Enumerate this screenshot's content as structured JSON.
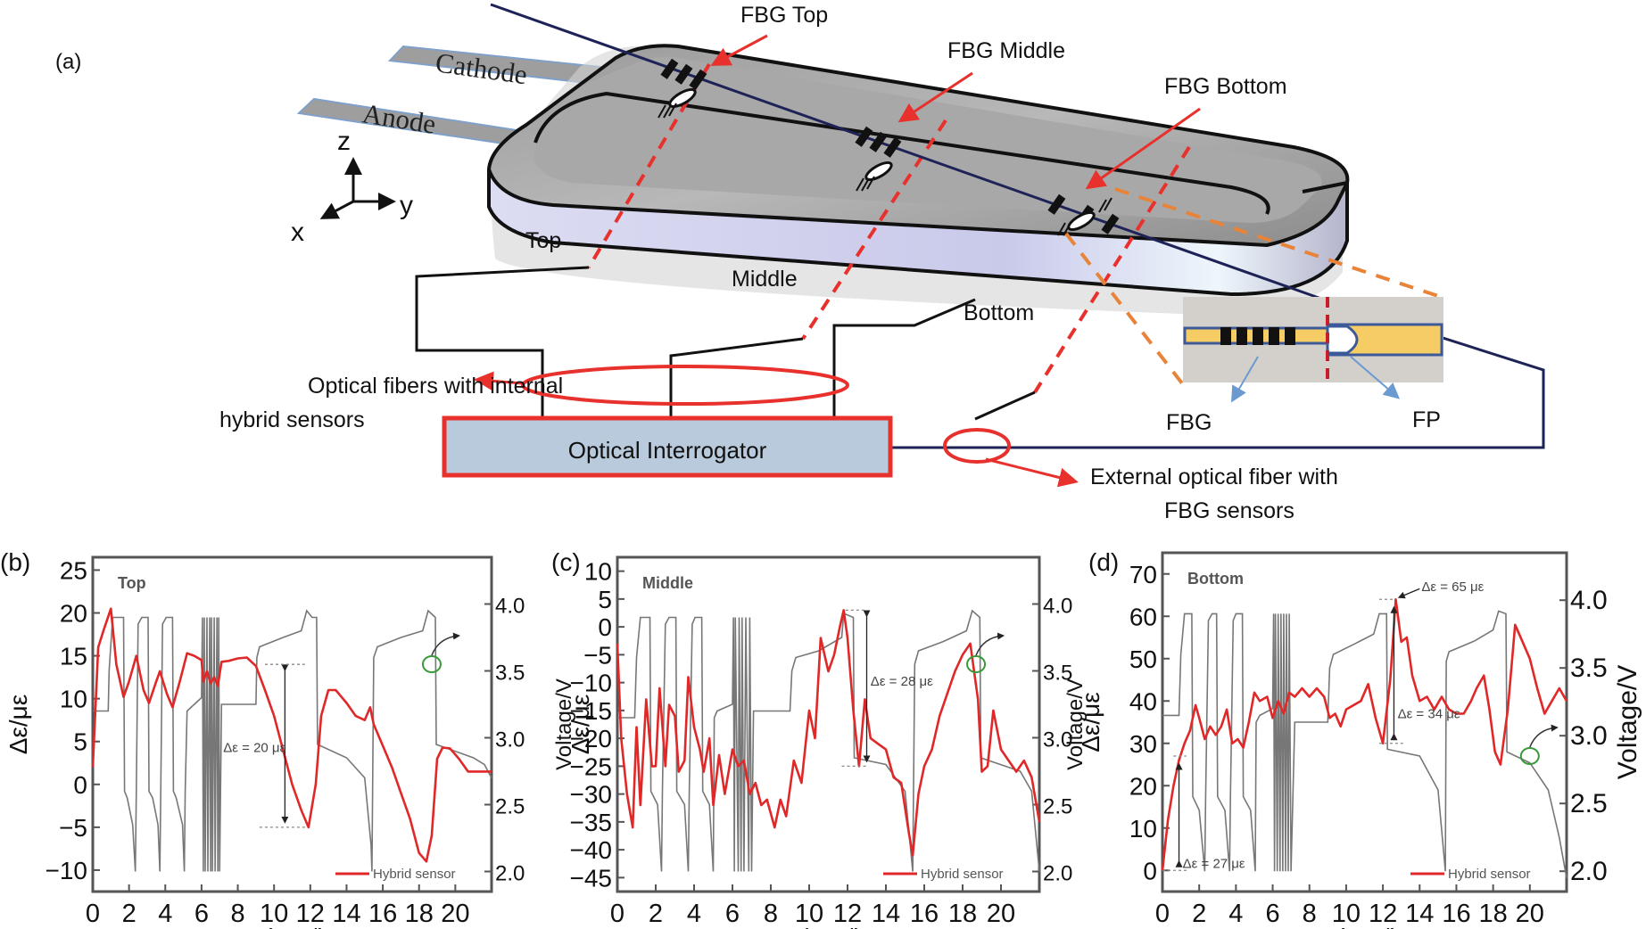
{
  "panel_a": {
    "label": "(a)",
    "electrodes": {
      "cathode": "Cathode",
      "anode": "Anode"
    },
    "axes": {
      "z": "z",
      "y": "y",
      "x": "x"
    },
    "fbg_labels": {
      "top": "FBG Top",
      "middle": "FBG Middle",
      "bottom": "FBG Bottom"
    },
    "position_labels": {
      "top": "Top",
      "middle": "Middle",
      "bottom": "Bottom"
    },
    "interrogator": "Optical Interrogator",
    "internal_fibers_line1": "Optical fibers with internal",
    "internal_fibers_line2": "hybrid sensors",
    "external_fiber_line1": "External optical fiber with",
    "external_fiber_line2": "FBG sensors",
    "inset": {
      "fbg": "FBG",
      "fp": "FP"
    },
    "colors": {
      "red": "#e8302c",
      "fiber": "#1e2357",
      "orange": "#e8843a",
      "box_fill": "#b8cadb",
      "fbg_yellow": "#f5cd64"
    }
  },
  "chart_data": [
    {
      "id": "b",
      "panel_label": "(b)",
      "type": "line",
      "title": "Top",
      "xlabel": "Time/h",
      "ylabel": "Δε/με",
      "y2label": "Voltage/V",
      "xlim": [
        0,
        22
      ],
      "ylim": [
        -12.5,
        26.5
      ],
      "y2lim": [
        1.85,
        4.35
      ],
      "xticks": [
        0,
        2,
        4,
        6,
        8,
        10,
        12,
        14,
        16,
        18,
        20
      ],
      "yticks": [
        -10,
        -5,
        0,
        5,
        10,
        15,
        20,
        25
      ],
      "y2ticks": [
        "2.0",
        "2.5",
        "3.0",
        "3.5",
        "4.0"
      ],
      "legend": "Hybrid sensor",
      "legend_position": "bottom-right",
      "annotation": "Δε = 20 με",
      "annotation_range": [
        -5,
        14
      ],
      "hybrid_x": [
        0,
        0.3,
        0.6,
        1.0,
        1.3,
        1.7,
        2.0,
        2.4,
        2.8,
        3.1,
        3.5,
        3.7,
        4.1,
        4.4,
        4.8,
        5.2,
        5.6,
        6.0,
        6.1,
        6.3,
        6.5,
        6.7,
        6.9,
        7.1,
        7.5,
        8.0,
        8.5,
        9.0,
        9.5,
        10.0,
        10.5,
        11.0,
        11.5,
        11.9,
        12.3,
        12.6,
        13.0,
        13.4,
        14.0,
        14.5,
        15.0,
        15.3,
        15.5,
        16.0,
        16.5,
        17.0,
        17.5,
        18.0,
        18.4,
        18.7,
        19.0,
        19.3,
        19.7,
        20.2,
        20.7,
        21.2,
        22.0
      ],
      "hybrid_y": [
        2,
        16,
        18,
        20.5,
        14,
        10.2,
        12,
        15,
        11,
        9.5,
        12,
        13.2,
        10.5,
        9,
        12,
        15.3,
        15,
        14.5,
        12,
        13.2,
        11.8,
        12.5,
        11.5,
        14.3,
        14.4,
        14.7,
        14.8,
        13.8,
        11,
        8,
        4,
        0,
        -3,
        -5,
        0,
        8,
        11,
        11,
        9.5,
        8,
        7.5,
        9,
        7,
        4.5,
        2,
        -1,
        -4,
        -8,
        -9,
        -6,
        3,
        4.3,
        4.2,
        3,
        1.5,
        1.5,
        1.5
      ],
      "voltage_note": "gray charge/discharge voltage curve (right axis)",
      "voltage_x": [
        0,
        0.85,
        0.9,
        1.1,
        1.3,
        1.7,
        1.75,
        1.9,
        2.2,
        2.35,
        2.4,
        2.5,
        2.7,
        3.05,
        3.1,
        3.3,
        3.6,
        3.7,
        3.75,
        3.85,
        4.05,
        4.4,
        4.45,
        4.6,
        4.95,
        5.05,
        5.1,
        5.2,
        6.0,
        6.05,
        6.1,
        6.15,
        6.2,
        6.3,
        6.35,
        6.45,
        6.5,
        6.55,
        6.6,
        6.7,
        6.75,
        6.85,
        6.9,
        6.95,
        7.0,
        7.1,
        9.0,
        9.05,
        9.2,
        10.5,
        11.5,
        11.8,
        12.1,
        12.35,
        12.4,
        14.0,
        15.0,
        15.35,
        15.4,
        15.5,
        15.7,
        17.0,
        18.2,
        18.5,
        18.9,
        18.95,
        21.0,
        21.6,
        22.0
      ],
      "voltage_y": [
        3.2,
        3.2,
        3.5,
        3.9,
        3.9,
        3.9,
        2.6,
        2.55,
        2.35,
        2.0,
        2.6,
        3.85,
        3.9,
        3.9,
        2.6,
        2.55,
        2.35,
        2.0,
        2.6,
        3.85,
        3.9,
        3.9,
        2.6,
        2.55,
        2.35,
        2.0,
        2.6,
        3.2,
        3.3,
        3.9,
        2.0,
        3.9,
        2.0,
        3.9,
        2.0,
        3.9,
        2.0,
        3.9,
        2.0,
        3.9,
        2.0,
        3.9,
        2.0,
        3.9,
        2.0,
        3.25,
        3.25,
        3.6,
        3.68,
        3.75,
        3.8,
        3.95,
        3.9,
        3.9,
        2.95,
        2.85,
        2.7,
        2.2,
        2.0,
        3.6,
        3.68,
        3.75,
        3.8,
        3.95,
        3.9,
        2.95,
        2.85,
        2.8,
        2.7
      ]
    },
    {
      "id": "c",
      "panel_label": "(c)",
      "type": "line",
      "title": "Middle",
      "xlabel": "Time/h",
      "ylabel": "Δε/με",
      "y2label": "Voltage/V",
      "xlim": [
        0,
        22
      ],
      "ylim": [
        -47.5,
        12.5
      ],
      "y2lim": [
        1.85,
        4.35
      ],
      "xticks": [
        0,
        2,
        4,
        6,
        8,
        10,
        12,
        14,
        16,
        18,
        20
      ],
      "yticks": [
        -45,
        -40,
        -35,
        -30,
        -25,
        -20,
        -15,
        -10,
        -5,
        0,
        5,
        10
      ],
      "y2ticks": [
        "2.0",
        "2.5",
        "3.0",
        "3.5",
        "4.0"
      ],
      "legend": "Hybrid sensor",
      "legend_position": "bottom-right",
      "annotation": "Δε = 28 με",
      "annotation_range": [
        -25,
        3
      ],
      "hybrid_x": [
        0,
        0.2,
        0.5,
        0.8,
        1.0,
        1.2,
        1.5,
        1.8,
        2.0,
        2.2,
        2.5,
        2.7,
        3.0,
        3.2,
        3.5,
        3.7,
        4.0,
        4.3,
        4.5,
        4.8,
        5.0,
        5.3,
        5.6,
        6.0,
        6.3,
        6.6,
        6.9,
        7.2,
        7.5,
        7.8,
        8.2,
        8.5,
        8.8,
        9.2,
        9.6,
        10.0,
        10.3,
        10.6,
        11.0,
        11.3,
        11.6,
        11.8,
        12.0,
        12.3,
        12.6,
        12.9,
        13.2,
        13.6,
        14.0,
        14.4,
        14.8,
        15.2,
        15.4,
        15.7,
        16.0,
        16.4,
        16.8,
        17.2,
        17.6,
        18.0,
        18.4,
        18.8,
        19.0,
        19.3,
        19.6,
        20.0,
        20.4,
        20.8,
        21.2,
        21.6,
        22.0
      ],
      "hybrid_y": [
        -3,
        -20,
        -30,
        -36,
        -18,
        -32,
        -13,
        -25,
        -25,
        -11,
        -25,
        -14,
        -16,
        -26,
        -24,
        -9,
        -18,
        -22,
        -26,
        -20,
        -32,
        -23,
        -30,
        -22,
        -25,
        -24,
        -30,
        -28,
        -32,
        -31,
        -36,
        -31,
        -34,
        -24,
        -28,
        -15,
        -20,
        -2,
        -8,
        -5,
        0,
        3,
        -2,
        -15,
        -25,
        -13,
        -20,
        -21,
        -22,
        -27,
        -28,
        -37,
        -41,
        -30,
        -25,
        -22,
        -16,
        -12,
        -8,
        -5,
        -3,
        -13,
        -26,
        -25,
        -15,
        -22,
        -24,
        -26,
        -24,
        -27,
        -35
      ],
      "voltage_note": "gray charge/discharge voltage curve (right axis)",
      "voltage_x": [
        0,
        0.9,
        1.0,
        1.2,
        1.7,
        1.75,
        2.1,
        2.3,
        2.35,
        2.5,
        2.7,
        3.05,
        3.1,
        3.5,
        3.7,
        3.75,
        3.9,
        4.05,
        4.4,
        4.45,
        4.8,
        5.0,
        5.05,
        5.2,
        6.0,
        6.05,
        6.1,
        6.15,
        6.3,
        6.35,
        6.45,
        6.5,
        6.6,
        6.7,
        6.85,
        6.9,
        7.0,
        7.1,
        9.0,
        9.1,
        9.3,
        10.5,
        11.7,
        11.8,
        12.3,
        12.35,
        14.0,
        15.0,
        15.4,
        15.5,
        15.7,
        17.0,
        18.2,
        18.5,
        18.9,
        18.95,
        21.0,
        21.6,
        22.0
      ],
      "voltage_y": [
        3.15,
        3.15,
        3.6,
        3.9,
        3.9,
        2.6,
        2.5,
        2.0,
        2.6,
        3.85,
        3.9,
        3.9,
        2.6,
        2.5,
        2.0,
        2.6,
        3.85,
        3.9,
        3.9,
        2.6,
        2.5,
        2.0,
        3.15,
        3.2,
        3.25,
        3.9,
        2.0,
        3.9,
        2.0,
        3.9,
        2.0,
        3.9,
        2.0,
        3.9,
        2.0,
        3.9,
        2.0,
        3.2,
        3.2,
        3.5,
        3.6,
        3.65,
        3.75,
        3.93,
        3.9,
        2.85,
        2.8,
        2.6,
        2.0,
        3.55,
        3.65,
        3.72,
        3.8,
        3.95,
        3.9,
        2.85,
        2.75,
        2.6,
        2.0
      ]
    },
    {
      "id": "d",
      "panel_label": "(d)",
      "type": "line",
      "title": "Bottom",
      "xlabel": "Time/h",
      "ylabel": "Δε/με",
      "y2label": "Voltage/V",
      "xlim": [
        0,
        22
      ],
      "ylim": [
        -5,
        75
      ],
      "y2lim": [
        1.85,
        4.35
      ],
      "xticks": [
        0,
        2,
        4,
        6,
        8,
        10,
        12,
        14,
        16,
        18,
        20
      ],
      "yticks": [
        0,
        10,
        20,
        30,
        40,
        50,
        60,
        70
      ],
      "y2ticks": [
        "2.0",
        "2.5",
        "3.0",
        "3.5",
        "4.0"
      ],
      "legend": "Hybrid sensor",
      "legend_position": "bottom-right",
      "annotations": [
        "Δε = 27 με",
        "Δε = 65 με",
        "Δε = 34 με"
      ],
      "hybrid_x": [
        0,
        0.3,
        0.6,
        0.9,
        1.2,
        1.5,
        1.8,
        2.0,
        2.3,
        2.6,
        2.9,
        3.2,
        3.5,
        3.8,
        4.1,
        4.4,
        4.7,
        5.0,
        5.3,
        5.7,
        6.0,
        6.3,
        6.6,
        6.9,
        7.2,
        7.6,
        8.0,
        8.4,
        8.8,
        9.1,
        9.4,
        9.7,
        10.0,
        10.4,
        10.8,
        11.2,
        11.6,
        12.0,
        12.4,
        12.7,
        13.0,
        13.3,
        13.6,
        14.0,
        14.4,
        14.8,
        15.2,
        15.6,
        16.0,
        16.4,
        16.8,
        17.1,
        17.5,
        17.8,
        18.1,
        18.4,
        18.8,
        19.2,
        19.6,
        20.0,
        20.4,
        20.8,
        21.2,
        21.6,
        22.0
      ],
      "hybrid_y": [
        0,
        12,
        20,
        26,
        30,
        33,
        39,
        36,
        31,
        34,
        32,
        34,
        38,
        30,
        31,
        29,
        35,
        42,
        40,
        41,
        36,
        40,
        37,
        42,
        41,
        43,
        41,
        43,
        41,
        36,
        37,
        34,
        38,
        39,
        40,
        44,
        36,
        30,
        45,
        64,
        54,
        55,
        46,
        40,
        41,
        38,
        41,
        38,
        37,
        37,
        40,
        43,
        46,
        38,
        28,
        25,
        38,
        58,
        54,
        50,
        43,
        37,
        40,
        43,
        40
      ],
      "voltage_note": "gray charge/discharge voltage curve (right axis)",
      "voltage_x": [
        0,
        0.9,
        1.0,
        1.2,
        1.6,
        1.65,
        2.0,
        2.3,
        2.35,
        2.5,
        2.7,
        2.95,
        3.0,
        3.4,
        3.65,
        3.7,
        3.85,
        4.0,
        4.35,
        4.4,
        4.8,
        5.05,
        5.1,
        5.3,
        6.0,
        6.05,
        6.1,
        6.15,
        6.25,
        6.3,
        6.4,
        6.45,
        6.55,
        6.6,
        6.7,
        6.75,
        6.85,
        6.9,
        7.0,
        7.2,
        9.0,
        9.1,
        9.3,
        10.5,
        11.5,
        11.8,
        12.2,
        12.25,
        14.0,
        15.0,
        15.4,
        15.45,
        15.6,
        17.0,
        18.0,
        18.3,
        18.7,
        18.75,
        20.0,
        21.0,
        21.6,
        22.0
      ],
      "voltage_y": [
        3.15,
        3.15,
        3.6,
        3.9,
        3.9,
        2.55,
        2.45,
        2.0,
        2.55,
        3.85,
        3.9,
        3.9,
        2.55,
        2.45,
        2.0,
        2.55,
        3.85,
        3.9,
        3.9,
        2.55,
        2.45,
        2.0,
        3.1,
        3.15,
        3.2,
        3.9,
        2.0,
        3.9,
        2.0,
        3.9,
        2.0,
        3.9,
        2.0,
        3.9,
        2.0,
        3.9,
        2.0,
        3.9,
        2.0,
        3.1,
        3.1,
        3.5,
        3.6,
        3.68,
        3.75,
        3.9,
        3.9,
        2.9,
        2.85,
        2.6,
        2.0,
        3.55,
        3.62,
        3.7,
        3.78,
        3.92,
        3.9,
        2.88,
        2.8,
        2.6,
        2.25,
        1.95
      ]
    }
  ]
}
